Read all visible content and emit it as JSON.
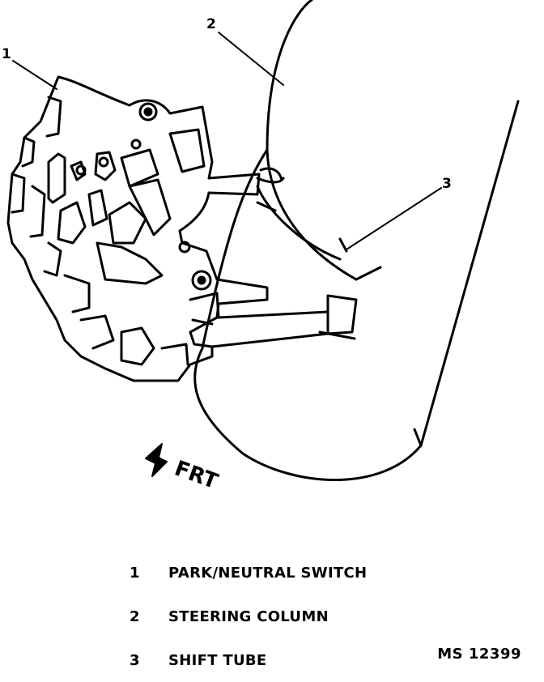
{
  "callouts": {
    "c1": "1",
    "c2": "2",
    "c3": "3"
  },
  "direction_label": "FRT",
  "legend": [
    {
      "num": "1",
      "label": "PARK/NEUTRAL SWITCH"
    },
    {
      "num": "2",
      "label": "STEERING COLUMN"
    },
    {
      "num": "3",
      "label": "SHIFT TUBE"
    }
  ],
  "figure_id": "MS 12399"
}
